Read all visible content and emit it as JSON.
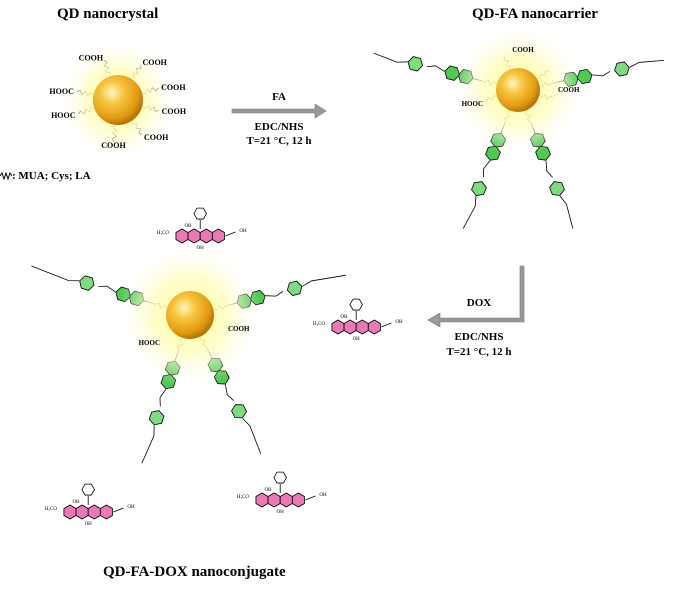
{
  "titles": {
    "qd": "QD nanocrystal",
    "qdfa": "QD-FA nanocarrier",
    "qdfadox": "QD-FA-DOX nanoconjugate"
  },
  "reaction1": {
    "reagent": "FA",
    "conditions1": "EDC/NHS",
    "conditions2": "T=21 °C, 12 h"
  },
  "reaction2": {
    "reagent": "DOX",
    "conditions1": "EDC/NHS",
    "conditions2": "T=21 °C, 12 h"
  },
  "legend": {
    "text": ": MUA; Cys; LA"
  },
  "qd_labels": {
    "cooh": "COOH",
    "hooc": "HOOC"
  },
  "colors": {
    "core": "#f0b21c",
    "halo": "#fffb9e",
    "folate_ring": "#4fc94f",
    "benzene_ring": "#7ddc7d",
    "dox_ring": "#ec78b6",
    "arrow": "#999999"
  }
}
